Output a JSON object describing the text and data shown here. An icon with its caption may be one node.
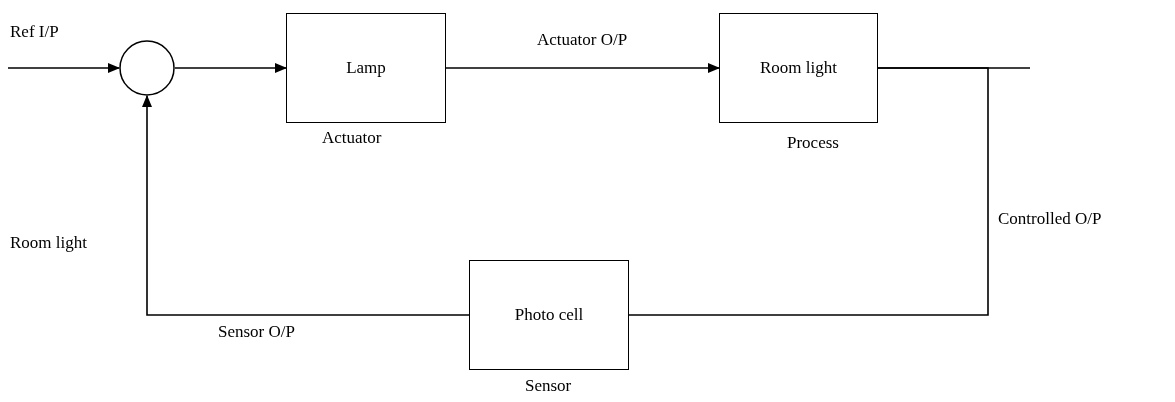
{
  "diagram": {
    "nodes": [
      {
        "text": [],
        "shape": "circle"
      },
      {
        "text": [
          "Lamp"
        ],
        "beside": [
          "Actuator"
        ]
      },
      {
        "text": [
          "Room light"
        ],
        "beside": [
          "Process"
        ]
      },
      {
        "text": [
          "Photo cell"
        ],
        "beside": [
          "Sensor"
        ]
      }
    ],
    "edges": [
      {
        "from": null,
        "to": 0,
        "arrow": "to",
        "label": "Ref I/P"
      },
      {
        "from": 0,
        "to": 1,
        "arrow": "to"
      },
      {
        "from": 1,
        "to": 2,
        "arrow": "to",
        "label": "Actuator O/P"
      },
      {
        "from": 2,
        "to": 3,
        "arrow": "none",
        "label": "Controlled O/P"
      },
      {
        "from": 2,
        "to": null,
        "arrow": "none"
      },
      {
        "from": 3,
        "to": 0,
        "arrow": "to",
        "label": "Sensor O/P"
      }
    ],
    "labels": [
      "Room light"
    ]
  }
}
